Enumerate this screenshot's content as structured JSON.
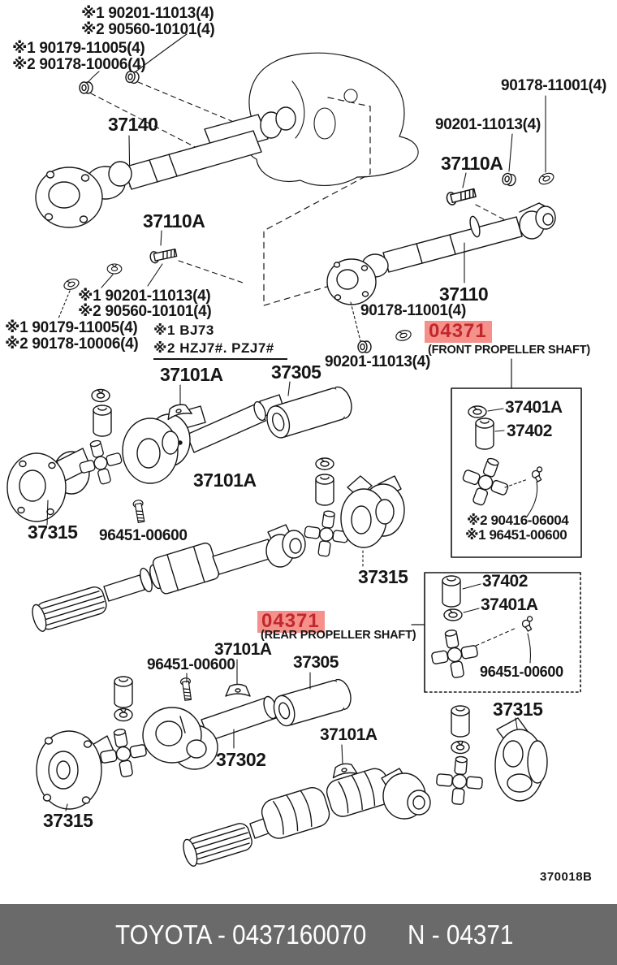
{
  "diagram": {
    "highlight_bg": "#f5918a",
    "highlight_fg": "#c1272d",
    "footer_bg": "#6a6a6a",
    "ref_code": "370018B",
    "front_assembly": {
      "code": "04371",
      "caption": "(FRONT PROPELLER SHAFT)"
    },
    "rear_assembly": {
      "code": "04371",
      "caption": "(REAR PROPELLER SHAFT)"
    },
    "part_labels": [
      {
        "text": "※1 90201-11013(4)"
      },
      {
        "text": "※2 90560-10101(4)"
      },
      {
        "text": "※1 90179-11005(4)"
      },
      {
        "text": "※2 90178-10006(4)"
      },
      {
        "text": "37140"
      },
      {
        "text": "90178-11001(4)"
      },
      {
        "text": "90201-11013(4)"
      },
      {
        "text": "37110A"
      },
      {
        "text": "37110A"
      },
      {
        "text": "※1 90201-11013(4)"
      },
      {
        "text": "※2 90560-10101(4)"
      },
      {
        "text": "※1 90179-11005(4)"
      },
      {
        "text": "※2 90178-10006(4)"
      },
      {
        "text": "※1 BJ73"
      },
      {
        "text": "※2 HZJ7#. PZJ7#"
      },
      {
        "text": "37101A"
      },
      {
        "text": "37305"
      },
      {
        "text": "37110"
      },
      {
        "text": "90178-11001(4)"
      },
      {
        "text": "90201-11013(4)"
      },
      {
        "text": "37401A"
      },
      {
        "text": "37402"
      },
      {
        "text": "37315"
      },
      {
        "text": "96451-00600"
      },
      {
        "text": "37101A"
      },
      {
        "text": "※2 90416-06004"
      },
      {
        "text": "※1 96451-00600"
      },
      {
        "text": "37315"
      },
      {
        "text": "37402"
      },
      {
        "text": "37401A"
      },
      {
        "text": "37101A"
      },
      {
        "text": "96451-00600"
      },
      {
        "text": "37305"
      },
      {
        "text": "96451-00600"
      },
      {
        "text": "37302"
      },
      {
        "text": "37101A"
      },
      {
        "text": "37315"
      },
      {
        "text": "37315"
      }
    ]
  },
  "footer": {
    "catalog_code": "TOYOTA - 0437160070",
    "figure_code": "N - 04371"
  }
}
